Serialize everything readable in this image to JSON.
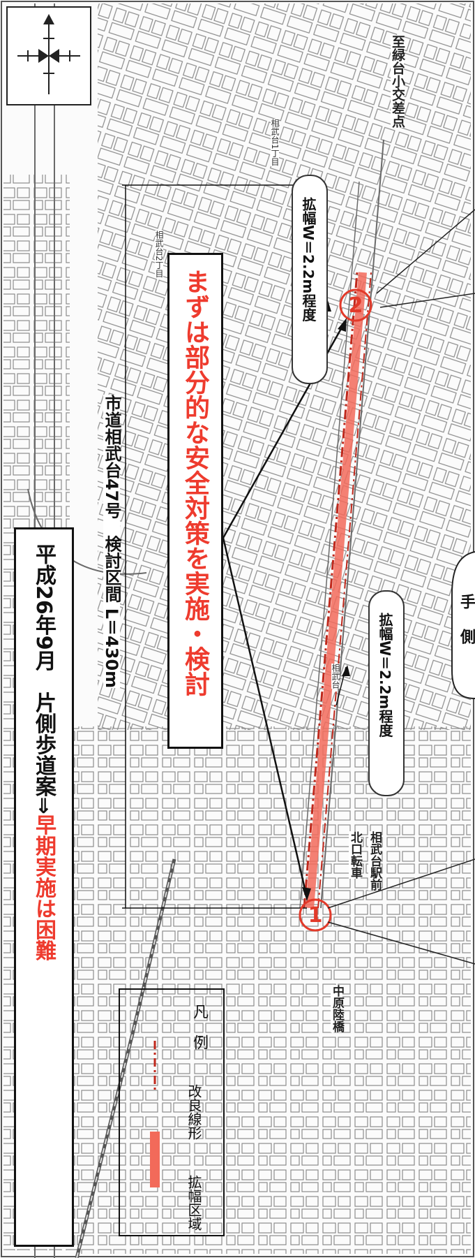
{
  "headline": {
    "prefix": "平成26年9月　片側歩道案⇒",
    "highlight": "早期実施は困難"
  },
  "section_label": "市道相武台47号　検討区間 L＝430m",
  "policy_text": "まずは部分的な安全対策を実施・検討",
  "widening_labels": {
    "east": "拡幅W＝2.2m程度",
    "west": "拡幅W＝2.2m程度"
  },
  "markers": [
    "1",
    "2"
  ],
  "place_labels": {
    "bridge": "中原陸橋",
    "bus_stop": "相武台駅前",
    "bus_stop_2": "北口転車",
    "intersection": "至緑台小交差点",
    "district_1": "相武台2丁目",
    "district_2": "相武台1丁目",
    "district_3": "相武台"
  },
  "legend": {
    "title": "凡　例",
    "items": [
      {
        "label": "改良線形",
        "style": "dash-dot"
      },
      {
        "label": "拡幅区域",
        "style": "solid-band"
      }
    ]
  },
  "partial_boxes": [
    "手",
    "側"
  ],
  "colors": {
    "highlight": "#ee3b2e",
    "band": "#f26a5a",
    "marker": "#e23a2a",
    "ink": "#111111",
    "map_line": "#6a6a6a"
  },
  "icons": [
    "compass-icon"
  ]
}
